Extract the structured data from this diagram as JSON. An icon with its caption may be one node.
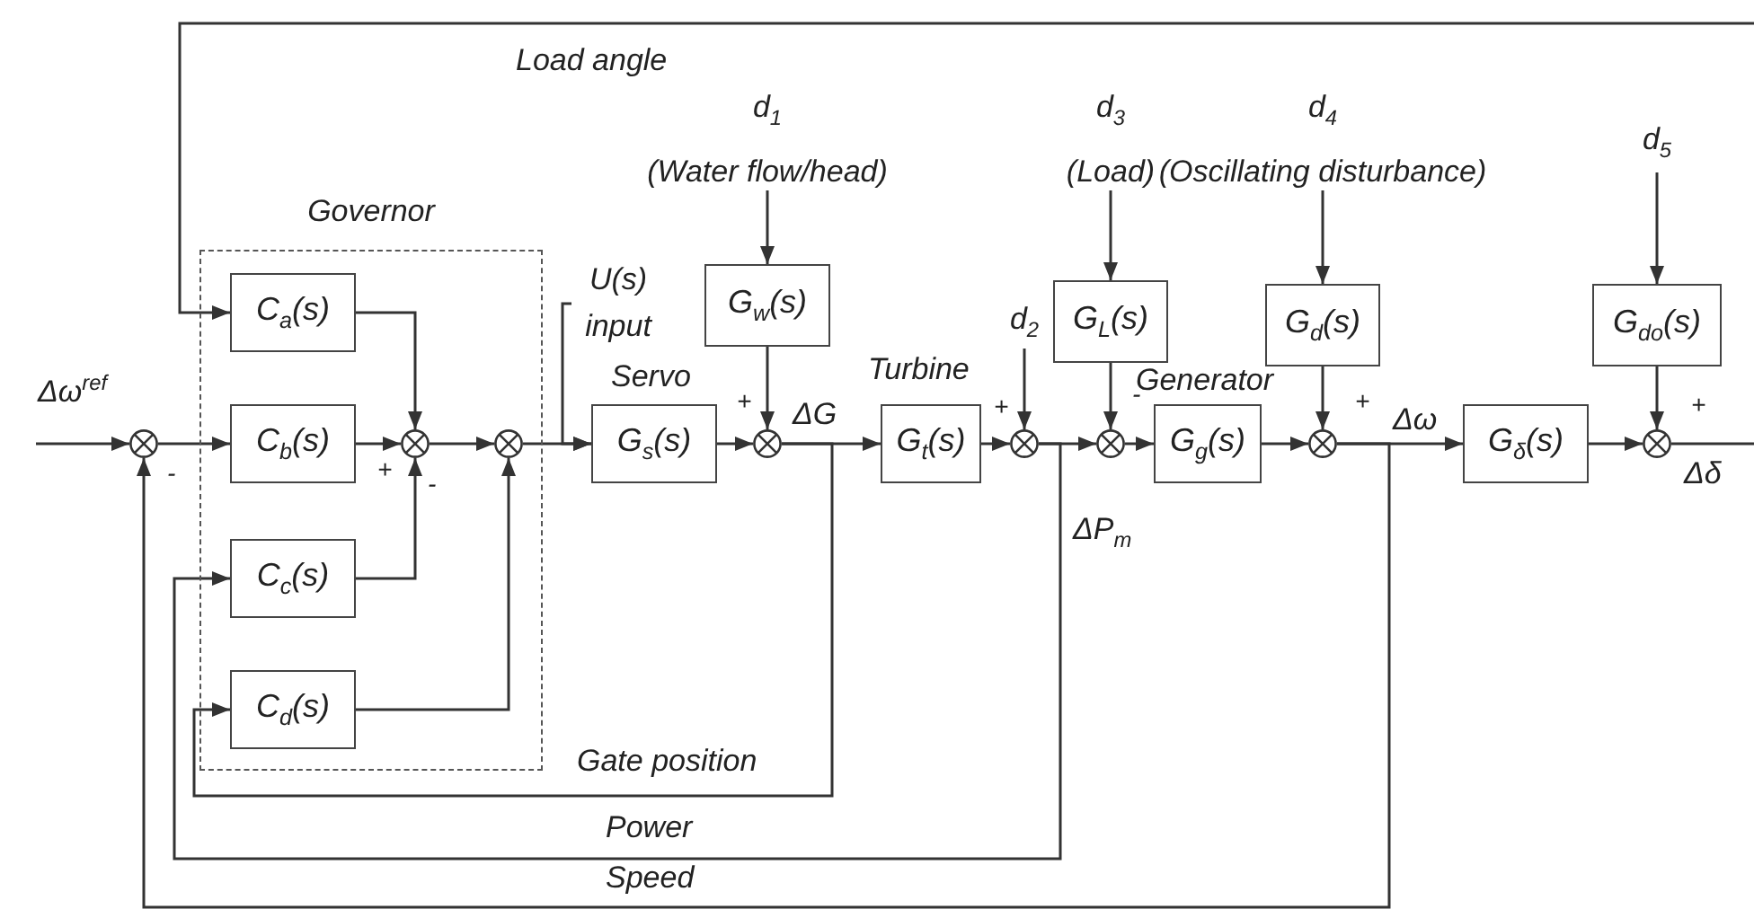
{
  "diagram": {
    "nodes": [
      {
        "text": [
          "Governor"
        ]
      },
      {
        "text": [
          "C$_{a}$(s)"
        ],
        "in": 0
      },
      {
        "text": [
          "C$_{b}$(s)"
        ],
        "in": 0
      },
      {
        "text": [
          "C$_{c}$(s)"
        ],
        "in": 0
      },
      {
        "text": [
          "C$_{d}$(s)"
        ],
        "in": 0
      },
      {
        "text": [],
        "shape": "circle"
      },
      {
        "text": [],
        "shape": "circle",
        "in": 0
      },
      {
        "text": [],
        "shape": "circle",
        "in": 0
      },
      {
        "text": [
          "U(s)",
          "input"
        ]
      },
      {
        "text": [
          "d$_{1}$",
          "(Water flow/head)"
        ]
      },
      {
        "text": [
          "G$_{w}$(s)"
        ]
      },
      {
        "text": [
          "G$_{s}$(s)"
        ],
        "beside": [
          "Servo"
        ]
      },
      {
        "text": [],
        "shape": "circle"
      },
      {
        "text": [
          "G$_{t}$(s)"
        ],
        "beside": [
          "Turbine"
        ]
      },
      {
        "text": [
          "d$_{2}$"
        ]
      },
      {
        "text": [],
        "shape": "circle"
      },
      {
        "text": [
          "d$_{3}$",
          "(Load)"
        ]
      },
      {
        "text": [
          "G$_{L}$(s)"
        ]
      },
      {
        "text": [],
        "shape": "circle"
      },
      {
        "text": [
          "G$_{g}$(s)"
        ],
        "beside": [
          "Generator"
        ]
      },
      {
        "text": [
          "d$_{4}$",
          "(Oscillating disturbance)"
        ]
      },
      {
        "text": [
          "G$_{d}$(s)"
        ]
      },
      {
        "text": [],
        "shape": "circle"
      },
      {
        "text": [
          "G$_{δ}$(s)"
        ]
      },
      {
        "text": [
          "d$_{5}$"
        ]
      },
      {
        "text": [
          "G$_{do}$(s)"
        ]
      },
      {
        "text": [],
        "shape": "circle"
      }
    ],
    "edges": [
      {
        "from": null,
        "to": 5,
        "arrow": "to",
        "label": "Δω$^{ref}$"
      },
      {
        "from": 5,
        "to": 2,
        "arrow": "to"
      },
      {
        "from": 1,
        "to": 6,
        "arrow": "to"
      },
      {
        "from": 2,
        "to": 6,
        "arrow": "to"
      },
      {
        "from": 3,
        "to": 6,
        "arrow": "to"
      },
      {
        "from": 6,
        "to": 7,
        "arrow": "to"
      },
      {
        "from": 4,
        "to": 7,
        "arrow": "to"
      },
      {
        "from": 7,
        "to": 11,
        "arrow": "to"
      },
      {
        "from": 8,
        "to": 11,
        "arrow": "to"
      },
      {
        "from": 9,
        "to": 10,
        "arrow": "to"
      },
      {
        "from": 11,
        "to": 12,
        "arrow": "to"
      },
      {
        "from": 10,
        "to": 12,
        "arrow": "to"
      },
      {
        "from": 12,
        "to": 13,
        "arrow": "to",
        "label": "ΔG"
      },
      {
        "from": 12,
        "to": 4,
        "arrow": "to",
        "label": "Gate position"
      },
      {
        "from": 13,
        "to": 15,
        "arrow": "to"
      },
      {
        "from": 14,
        "to": 15,
        "arrow": "to"
      },
      {
        "from": 15,
        "to": 18,
        "arrow": "to"
      },
      {
        "from": 15,
        "to": 3,
        "arrow": "to",
        "label": "Power"
      },
      {
        "from": 16,
        "to": 17,
        "arrow": "to"
      },
      {
        "from": 17,
        "to": 18,
        "arrow": "to"
      },
      {
        "from": 18,
        "to": 19,
        "arrow": "to"
      },
      {
        "from": 19,
        "to": 22,
        "arrow": "to"
      },
      {
        "from": 20,
        "to": 21,
        "arrow": "to"
      },
      {
        "from": 21,
        "to": 22,
        "arrow": "to"
      },
      {
        "from": 22,
        "to": 23,
        "arrow": "to",
        "label": "Δω"
      },
      {
        "from": 22,
        "to": 5,
        "arrow": "to",
        "label": "Speed"
      },
      {
        "from": 23,
        "to": 26,
        "arrow": "to"
      },
      {
        "from": 24,
        "to": 25,
        "arrow": "to"
      },
      {
        "from": 25,
        "to": 26,
        "arrow": "to"
      },
      {
        "from": 26,
        "to": null,
        "arrow": "none",
        "label": "Δδ"
      },
      {
        "from": null,
        "to": 1,
        "arrow": "to",
        "label": "Load angle"
      }
    ],
    "labels": [
      "-",
      "+",
      "-",
      "+",
      "+",
      "-",
      "+",
      "+",
      "ΔP$_{m}$"
    ]
  }
}
